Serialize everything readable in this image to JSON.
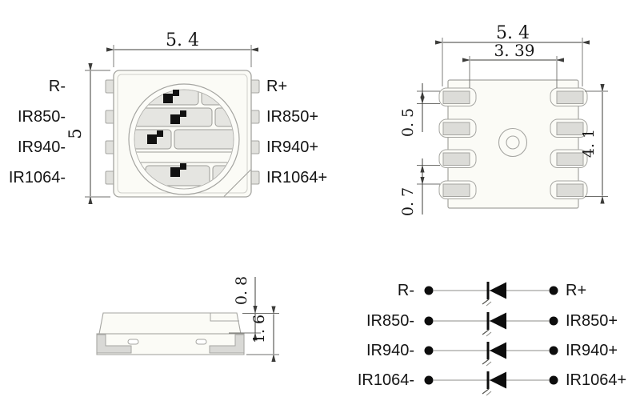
{
  "drawing": {
    "title": "led-package-outline-drawing",
    "top_view": {
      "dim_width": "5. 4",
      "dim_height": "5",
      "pins_left": [
        "R-",
        "IR850-",
        "IR940-",
        "IR1064-"
      ],
      "pins_right": [
        "R+",
        "IR850+",
        "IR940+",
        "IR1064+"
      ]
    },
    "pad_view": {
      "dim_width": "5. 4",
      "dim_inner_width": "3. 39",
      "dim_pad_height": "0. 5",
      "dim_pad_gap": "0. 7",
      "dim_pad_span": "4. 1"
    },
    "side_view": {
      "dim_lens_height": "0. 8",
      "dim_total_height": "1. 6"
    },
    "schematic": {
      "diodes": [
        {
          "neg": "R-",
          "pos": "R+"
        },
        {
          "neg": "IR850-",
          "pos": "IR850+"
        },
        {
          "neg": "IR940-",
          "pos": "IR940+"
        },
        {
          "neg": "IR1064-",
          "pos": "IR1064+"
        }
      ]
    },
    "colors": {
      "background": "#ffffff",
      "body_fill": "#fbfbf6",
      "pad_fill": "#dcdcd8",
      "segment_fill": "#e5e5e1",
      "outline_gray": "#a5a5a1",
      "chip_black": "#111111",
      "dimension_line": "#3c3c3a",
      "schematic_line": "#b4b4b1",
      "text": "#141414"
    }
  }
}
